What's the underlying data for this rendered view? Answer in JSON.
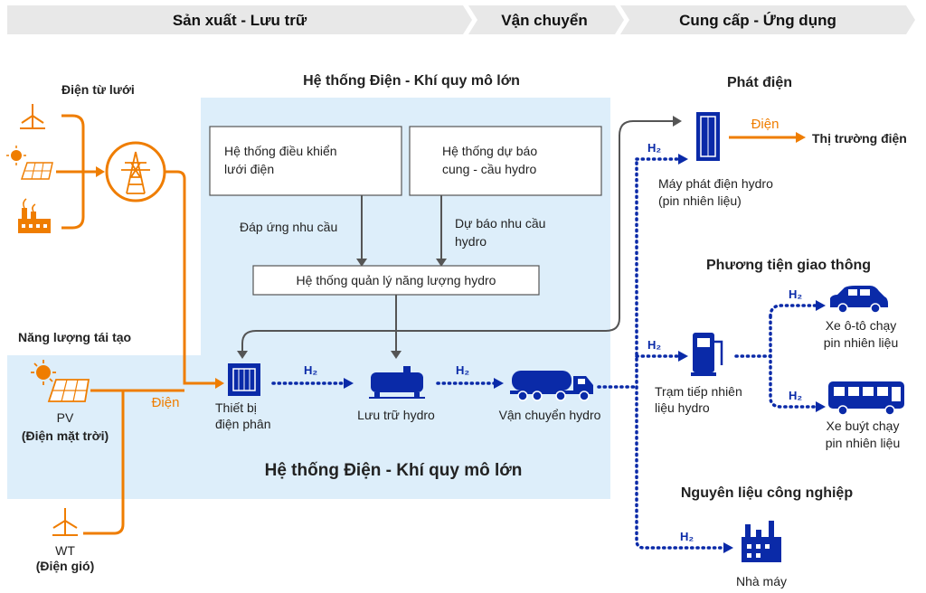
{
  "phases": [
    "Sản xuất - Lưu trữ",
    "Vận chuyển",
    "Cung cấp - Ứng dụng"
  ],
  "sources": {
    "grid_title": "Điện từ lưới",
    "renewable_title": "Năng lượng tái tạo",
    "pv_label": "PV",
    "pv_sub": "(Điện mặt trời)",
    "wt_label": "WT",
    "wt_sub": "(Điện gió)",
    "power_label": "Điện"
  },
  "system": {
    "title": "Hệ thống Điện - Khí quy mô lớn",
    "bottom_title": "Hệ thống Điện - Khí quy mô lớn",
    "control_box": [
      "Hệ thống điều khiển",
      "lưới điện"
    ],
    "forecast_box": [
      "Hệ thống dự báo",
      "cung - cầu hydro"
    ],
    "demand_label": "Đáp ứng nhu cầu",
    "forecast_label": [
      "Dự báo nhu cầu",
      "hydro"
    ],
    "ems_box": "Hệ thống quản lý năng lượng hydro"
  },
  "chain": {
    "electrolyzer": [
      "Thiết bị",
      "điện phân"
    ],
    "storage": "Lưu trữ hydro",
    "transport": "Vận chuyển hydro",
    "h2": "H₂"
  },
  "applications": {
    "power_gen_title": "Phát điện",
    "generator": [
      "Máy phát điện hydro",
      "(pin nhiên liệu)"
    ],
    "power_out_label": "Điện",
    "market": "Thị trường điện",
    "transport_title": "Phương tiện giao thông",
    "station": [
      "Trạm tiếp nhiên",
      "liệu hydro"
    ],
    "car": [
      "Xe ô-tô chạy",
      "pin nhiên liệu"
    ],
    "bus": [
      "Xe buýt chạy",
      "pin nhiên liệu"
    ],
    "industry_title": "Nguyên liệu công nghiệp",
    "factory": "Nhà máy"
  },
  "colors": {
    "orange": "#ef7d00",
    "blue": "#0a2aa8",
    "panel": "#ddeefa",
    "header_bar": "#e8e8e8"
  }
}
